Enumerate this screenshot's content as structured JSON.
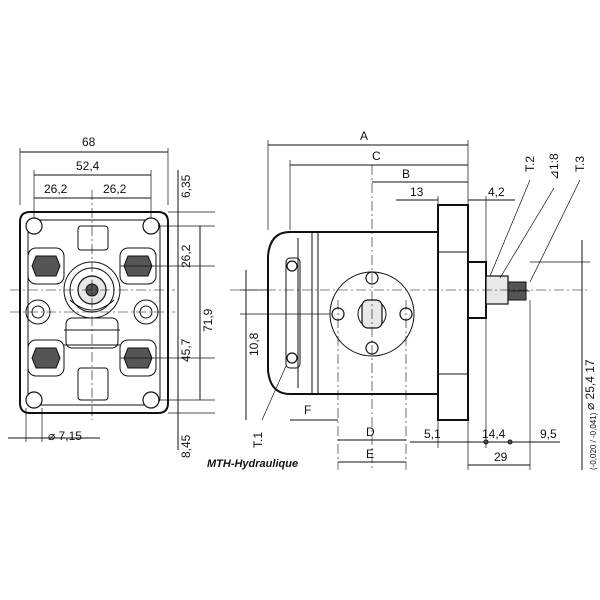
{
  "front_view": {
    "width_total": "68",
    "width_bolts": "52,4",
    "half_left": "26,2",
    "half_right": "26,2",
    "top_offset": "6,35",
    "upper_pitch": "26,2",
    "lower_pitch": "45,7",
    "height_total": "71,9",
    "bottom_offset": "8,45",
    "hole_dia": "⌀ 7,15"
  },
  "side_view": {
    "dim_a": "A",
    "dim_c": "C",
    "dim_b": "B",
    "dim_13": "13",
    "dim_4_2": "4,2",
    "taper": "⊿1:8",
    "t2": "T.2",
    "t3": "T.3",
    "t1": "T.1",
    "dim_10_8": "10,8",
    "dim_f": "F",
    "dim_d": "D",
    "dim_e": "E",
    "dim_5_1": "5,1",
    "dim_14_4": "14,4",
    "dim_9_5": "9,5",
    "dim_29": "29",
    "shaft_dia": "⌀ 25,4 17",
    "tolerance": "(-0,020 / -0,041)"
  },
  "brand": "MTH-Hydraulique"
}
